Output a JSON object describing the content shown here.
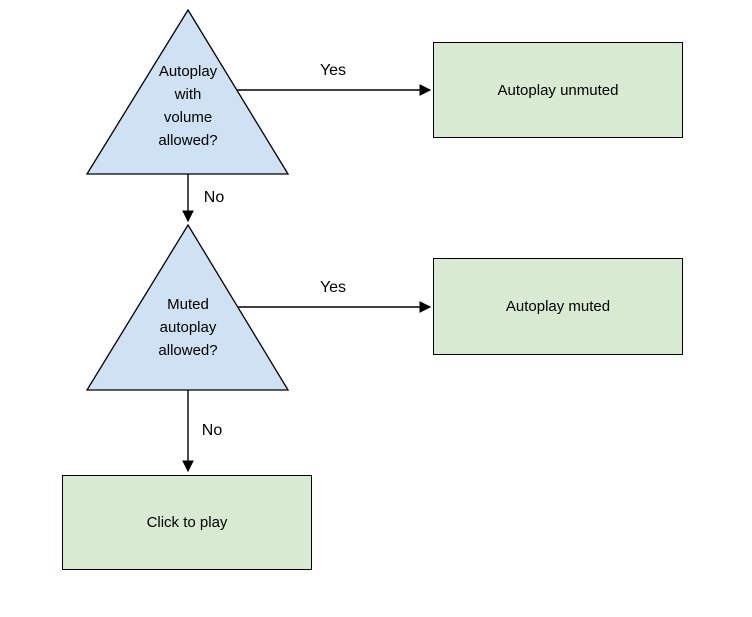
{
  "colors": {
    "background": "#ffffff",
    "decision_fill": "#cfe2f3",
    "outcome_fill": "#d9ead3",
    "stroke": "#000000",
    "text": "#000000"
  },
  "flowchart": {
    "decisions": {
      "autoplay_volume": {
        "label": "Autoplay\nwith\nvolume\nallowed?"
      },
      "muted_autoplay": {
        "label": "Muted\nautoplay\nallowed?"
      }
    },
    "outcomes": {
      "unmuted": {
        "label": "Autoplay unmuted"
      },
      "muted": {
        "label": "Autoplay muted"
      },
      "click": {
        "label": "Click to play"
      }
    },
    "edges": {
      "d1_yes": {
        "label": "Yes"
      },
      "d1_no": {
        "label": "No"
      },
      "d2_yes": {
        "label": "Yes"
      },
      "d2_no": {
        "label": "No"
      }
    }
  }
}
